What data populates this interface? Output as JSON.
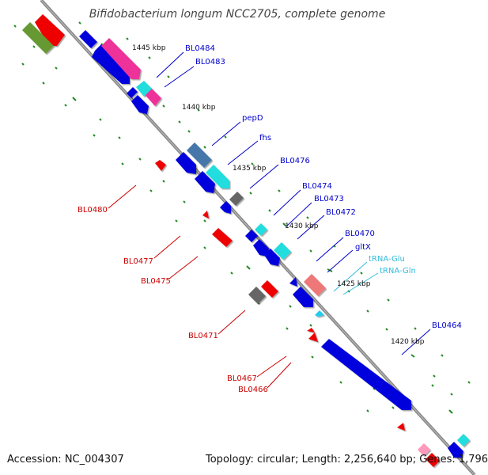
{
  "title": "Bifidobacterium longum NCC2705, complete genome",
  "accession_text": "Accession: NC_004307",
  "summary_text": "Topology: circular; Length: 2,256,640 bp; Genes: 1,796",
  "colors": {
    "backbone": "#888888",
    "tick": "#228B22",
    "forward_gene": "#0000dd",
    "reverse_gene": "#ee0000",
    "rrna_pink": "#ee3399",
    "cyan": "#22dddd",
    "gray": "#666666",
    "steelblue": "#4477aa",
    "olive": "#669933",
    "salmon": "#ee7777",
    "label_blue": "#0000cc",
    "label_red": "#cc0000",
    "label_cyan": "#33bbdd"
  },
  "scale_labels": [
    {
      "text": "1445 kbp"
    },
    {
      "text": "1440 kbp"
    },
    {
      "text": "1435 kbp"
    },
    {
      "text": "1430 kbp"
    },
    {
      "text": "1425 kbp"
    },
    {
      "text": "1420 kbp"
    }
  ],
  "gene_labels_forward": [
    {
      "text": "BL0484"
    },
    {
      "text": "BL0483"
    },
    {
      "text": "pepD"
    },
    {
      "text": "fhs"
    },
    {
      "text": "BL0476"
    },
    {
      "text": "BL0474"
    },
    {
      "text": "BL0473"
    },
    {
      "text": "BL0472"
    },
    {
      "text": "BL0470"
    },
    {
      "text": "gltX"
    },
    {
      "text": "BL0464"
    }
  ],
  "gene_labels_trna": [
    {
      "text": "tRNA-Glu"
    },
    {
      "text": "tRNA-Gln"
    }
  ],
  "gene_labels_reverse": [
    {
      "text": "BL0480"
    },
    {
      "text": "BL0477"
    },
    {
      "text": "BL0475"
    },
    {
      "text": "BL0471"
    },
    {
      "text": "BL0467"
    },
    {
      "text": "BL0466"
    }
  ]
}
